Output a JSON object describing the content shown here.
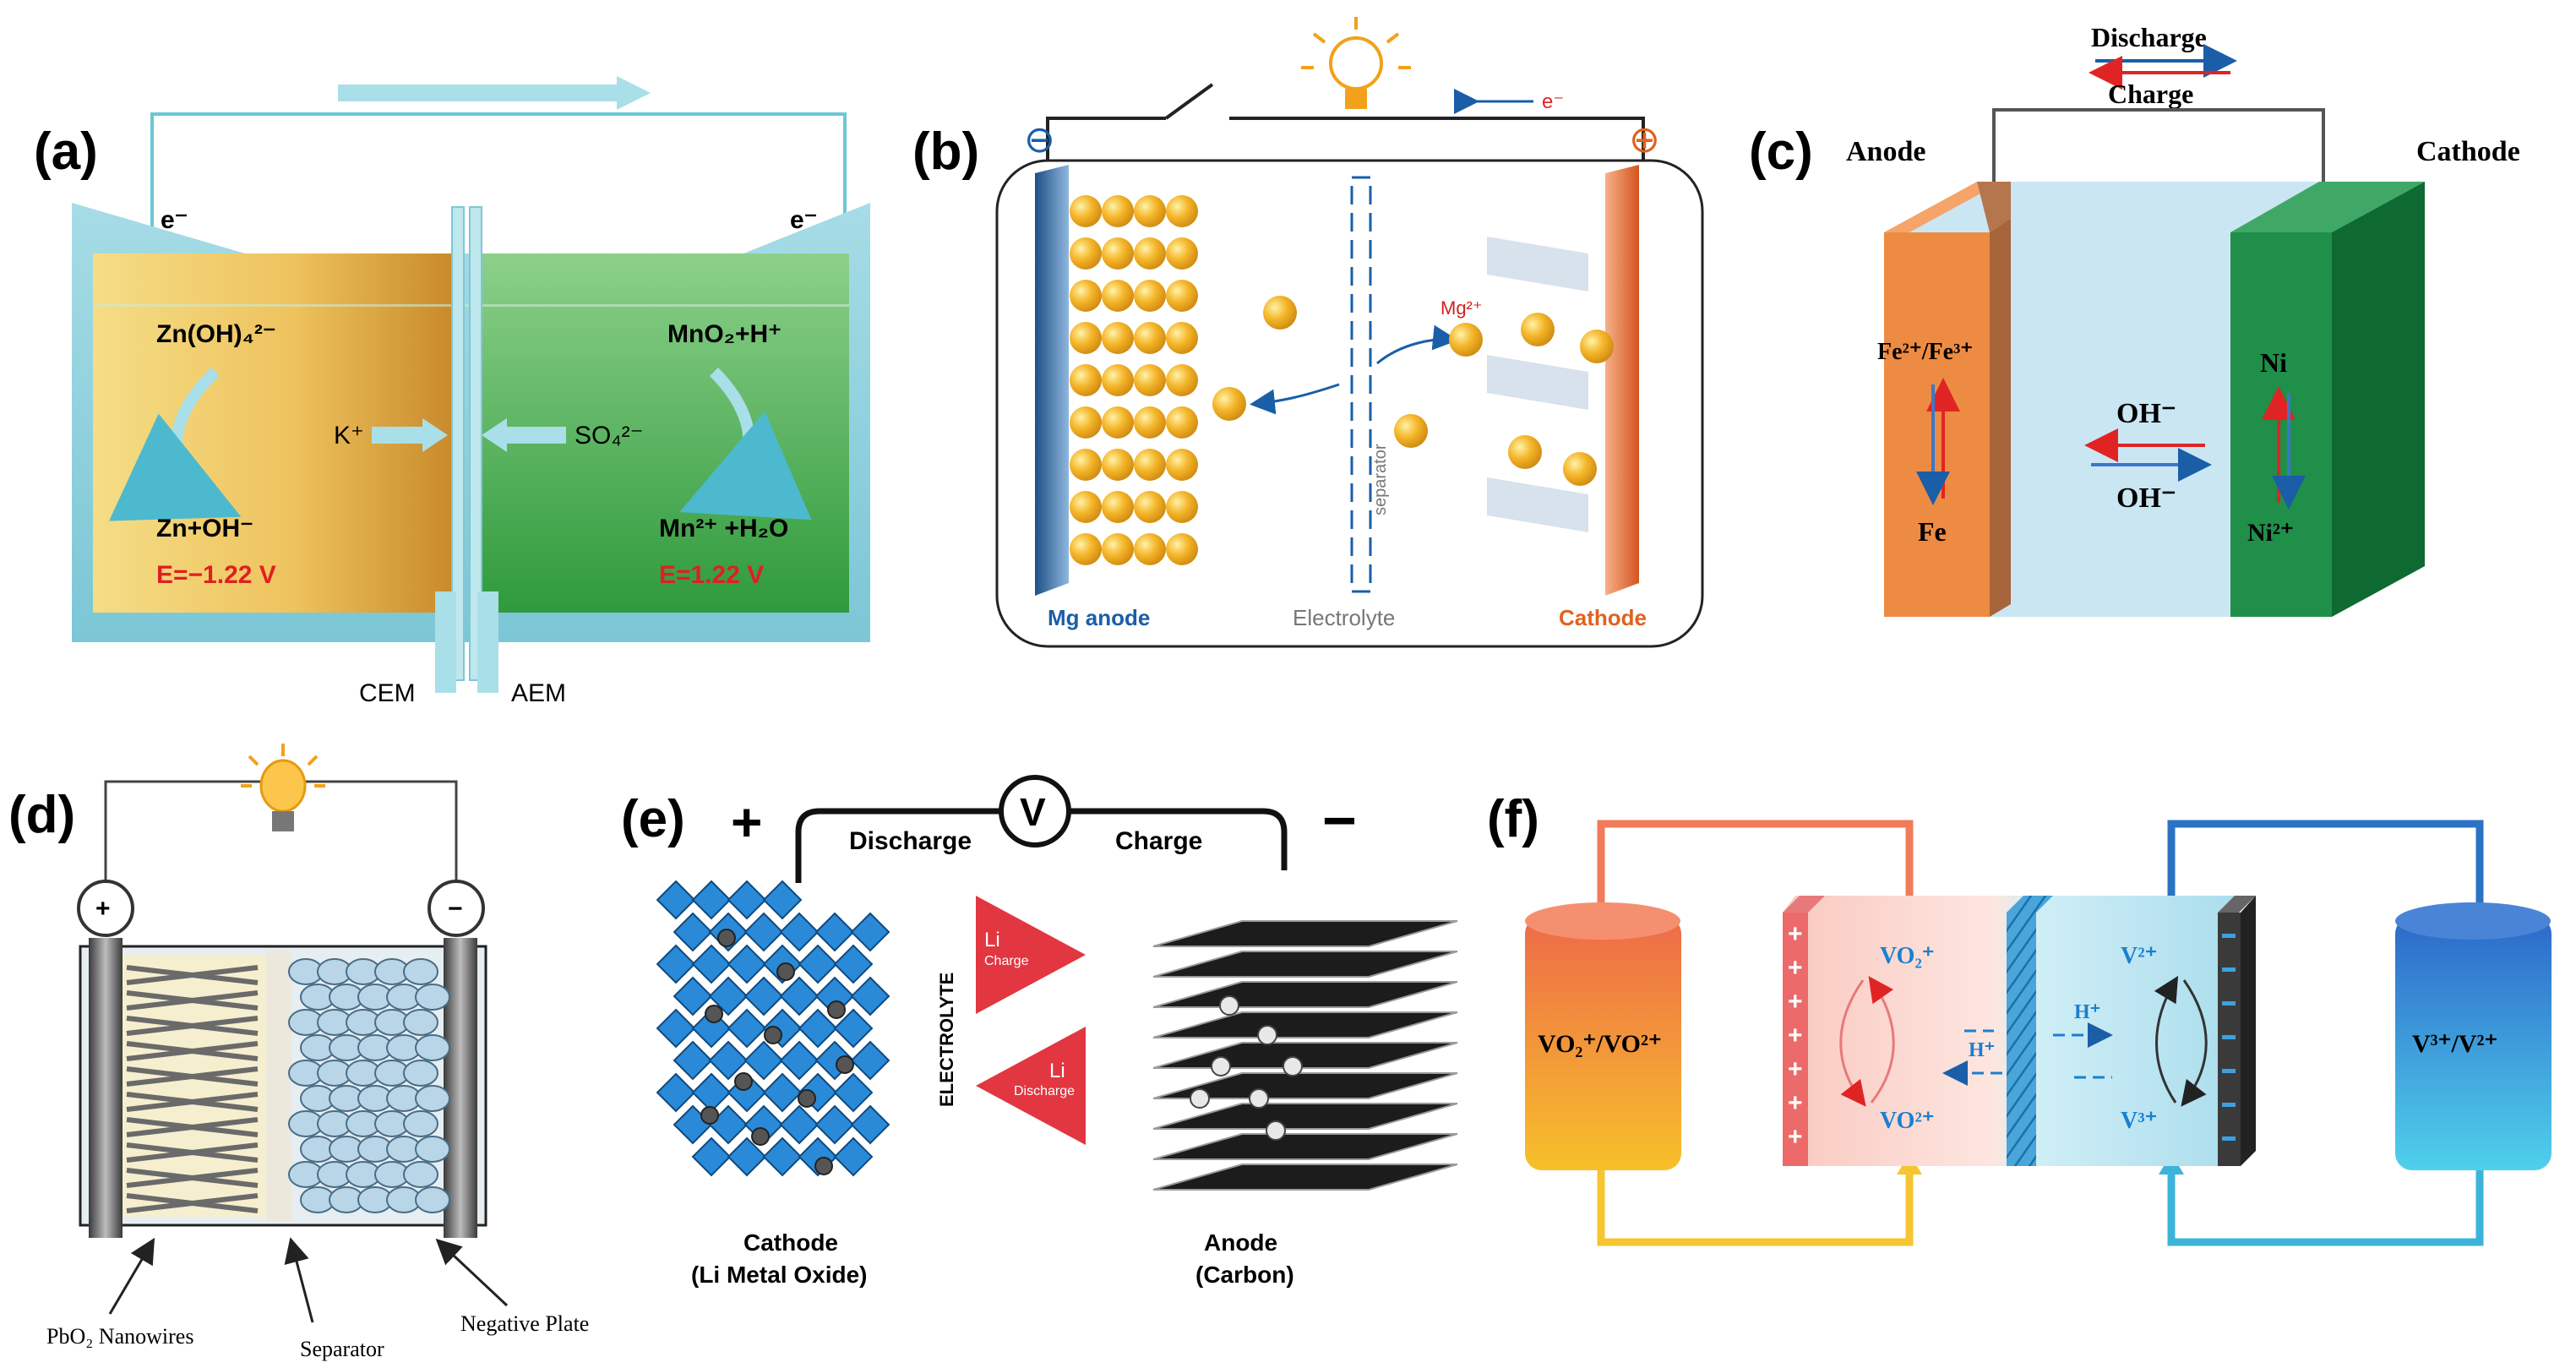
{
  "panels": {
    "a": {
      "tag": "(a)",
      "e_left": "e⁻",
      "e_right": "e⁻",
      "zincate": "Zn(OH)₄²⁻",
      "mno2": "MnO₂+H⁺",
      "k_ion": "K⁺",
      "so4_ion": "SO₄²⁻",
      "zn_oh": "Zn+OH⁻",
      "mn_h2o": "Mn²⁺ +H₂O",
      "e_left_val": "E=−1.22 V",
      "e_right_val": "E=1.22 V",
      "cem": "CEM",
      "aem": "AEM"
    },
    "b": {
      "tag": "(b)",
      "minus": "⊖",
      "plus": "⊕",
      "electron": "e⁻",
      "mg_ion": "Mg²⁺",
      "separator": "separator",
      "mg_anode": "Mg anode",
      "electrolyte": "Electrolyte",
      "cathode": "Cathode"
    },
    "c": {
      "tag": "(c)",
      "discharge": "Discharge",
      "charge": "Charge",
      "anode": "Anode",
      "cathode": "Cathode",
      "fe_couple": "Fe²⁺/Fe³⁺",
      "fe": "Fe",
      "oh_top": "OH⁻",
      "oh_bottom": "OH⁻",
      "ni": "Ni",
      "ni_ion": "Ni²⁺"
    },
    "d": {
      "tag": "(d)",
      "plus": "+",
      "minus": "−",
      "pbo2": "PbO₂ Nanowires",
      "separator": "Separator",
      "negative_plate": "Negative Plate"
    },
    "e": {
      "tag": "(e)",
      "plus": "+",
      "minus": "−",
      "discharge": "Discharge",
      "charge": "Charge",
      "voltmeter": "V",
      "electrolyte": "ELECTROLYTE",
      "li_charge_1": "Li",
      "li_charge_2": "Charge",
      "li_discharge_1": "Li",
      "li_discharge_2": "Discharge",
      "cathode_1": "Cathode",
      "cathode_2": "(Li Metal Oxide)",
      "anode_1": "Anode",
      "anode_2": "(Carbon)"
    },
    "f": {
      "tag": "(f)",
      "left_tank": "VO₂⁺/VO²⁺",
      "right_tank": "V³⁺/V²⁺",
      "vo2_plus": "VO₂⁺",
      "vo2_2plus": "VO²⁺",
      "h_right": "H⁺",
      "h_left": "H⁺",
      "v2": "V²⁺",
      "v3": "V³⁺"
    }
  }
}
